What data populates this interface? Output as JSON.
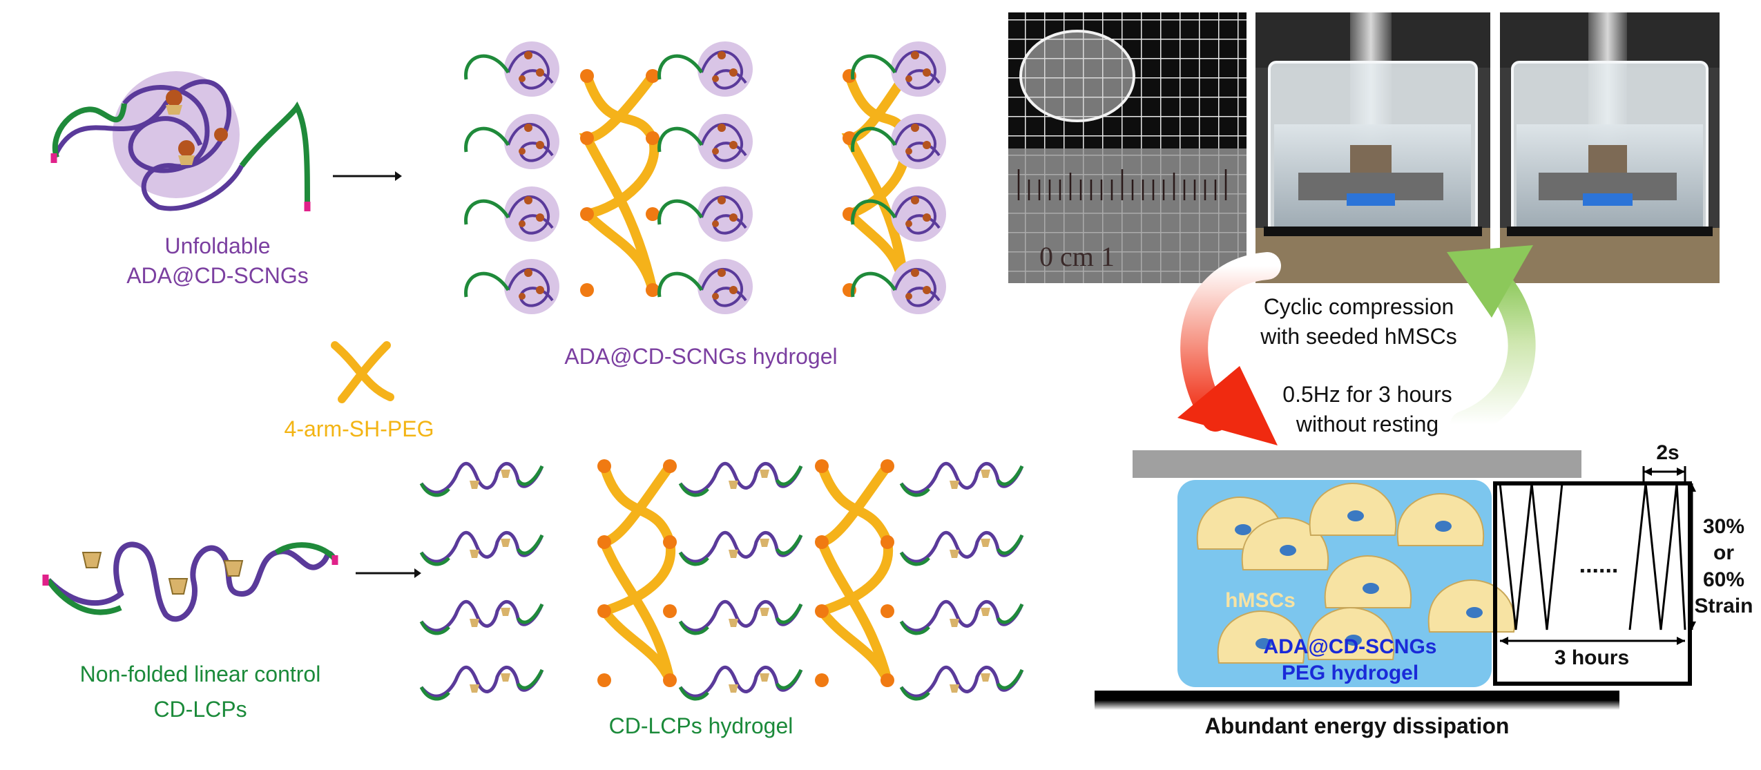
{
  "labels": {
    "unfoldable_line1": "Unfoldable",
    "unfoldable_line2": "ADA@CD-SCNGs",
    "scng_hydrogel": "ADA@CD-SCNGs hydrogel",
    "crosslinker": "4-arm-SH-PEG",
    "linear_line1": "Non-folded linear control",
    "linear_line2": "CD-LCPs",
    "lcp_hydrogel": "CD-LCPs hydrogel",
    "cyclic_line1": "Cyclic compression",
    "cyclic_line2": "with seeded hMSCs",
    "freq_line1": "0.5Hz for 3 hours",
    "freq_line2": "without resting",
    "hmscs": "hMSCs",
    "gel_line1": "ADA@CD-SCNGs",
    "gel_line2": "PEG hydrogel",
    "energy": "Abundant energy dissipation",
    "period": "2s",
    "strain_1": "30%",
    "strain_2": "or",
    "strain_3": "60%",
    "strain_4": "Strain",
    "dots": "......",
    "duration": "3 hours",
    "ruler_unit": "0  cm  1"
  },
  "colors": {
    "purple_text": "#7b3fa0",
    "green_text": "#1b8a3a",
    "orange_text": "#f3b414",
    "chain_purple": "#5a3a9a",
    "chain_green": "#1f8a3a",
    "end_magenta": "#e0218a",
    "crosslinker_orange": "#f5b21a",
    "node_orange": "#f07a12",
    "halo_lilac": "#d9c5e6",
    "gel_blue": "#7cc6ee",
    "cell_yellow": "#f7e3a3",
    "nucleus_blue": "#3b79c2",
    "arrow_red": "#f02a10",
    "arrow_green": "#9ccf6a",
    "gel_text_blue": "#1a2ad8"
  }
}
